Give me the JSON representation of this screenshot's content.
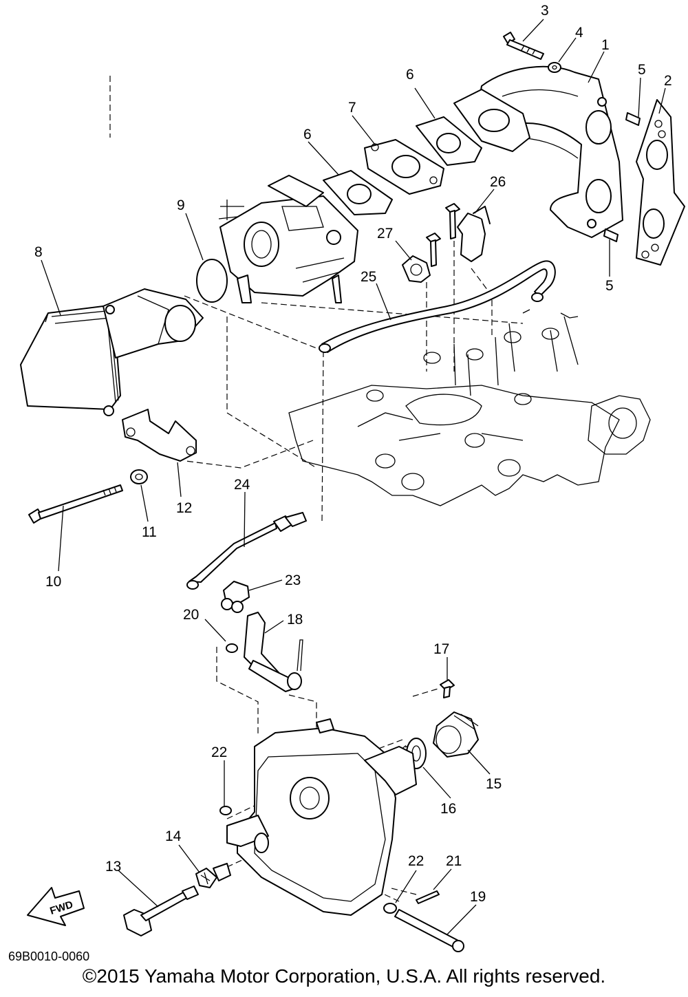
{
  "diagram_code": "69B0010-0060",
  "copyright": "©2015 Yamaha Motor Corporation, U.S.A. All rights reserved.",
  "fwd_label": "FWD",
  "icons": {
    "fwd_arrow": "fwd-arrow-icon"
  },
  "callouts": {
    "c3": "3",
    "c4": "4",
    "c1": "1",
    "c5a": "5",
    "c2": "2",
    "c6a": "6",
    "c7": "7",
    "c6b": "6",
    "c26": "26",
    "c9": "9",
    "c27": "27",
    "c8": "8",
    "c25": "25",
    "c5b": "5",
    "c12": "12",
    "c11": "11",
    "c10": "10",
    "c24": "24",
    "c23": "23",
    "c20": "20",
    "c18": "18",
    "c17": "17",
    "c22a": "22",
    "c15": "15",
    "c16": "16",
    "c14": "14",
    "c13": "13",
    "c22b": "22",
    "c21": "21",
    "c19": "19"
  }
}
